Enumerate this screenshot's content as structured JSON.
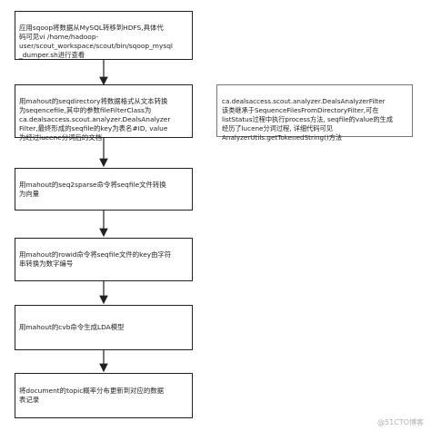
{
  "steps": [
    "应用sqoop将数据从MySQL转移到HDFS,具体代\n码可见vi /home/hadoop-\nuser/scout_workspace/scout/bin/sqoop_mysql\n_dumper.sh进行查看",
    "用mahout的seqdirectory将数据格式从文本转换\n为seqencefile,其中的参数fileFilterClass为\nca.dealsaccess.scout.analyzer.DealsAnalyzer\nFilter,最终形成的seqfile的key为表名#ID, value\n为经过lucene分词后的文档",
    "用mahout的seq2sparse命令将seqfile文件转换\n为向量",
    "用mahout的rowid命令将seqfile文件的key由字符\n串转换为数字编号",
    "用mahout的cvb命令生成LDA模型",
    "将document的topic概率分布更新到对应的数据\n表记录"
  ],
  "note": "ca.dealsaccess.scout.analyzer.DealsAnalyzerFilter\n该类继承于SequenceFilesFromDirectoryFilter,可在\nlistStatus过程中执行process方法, seqfile的value的生成\n经历了lucene分词过程, 详细代码可见\nAnalyzerUtils.getTokenedString()方法",
  "watermark": "@51CTO博客"
}
